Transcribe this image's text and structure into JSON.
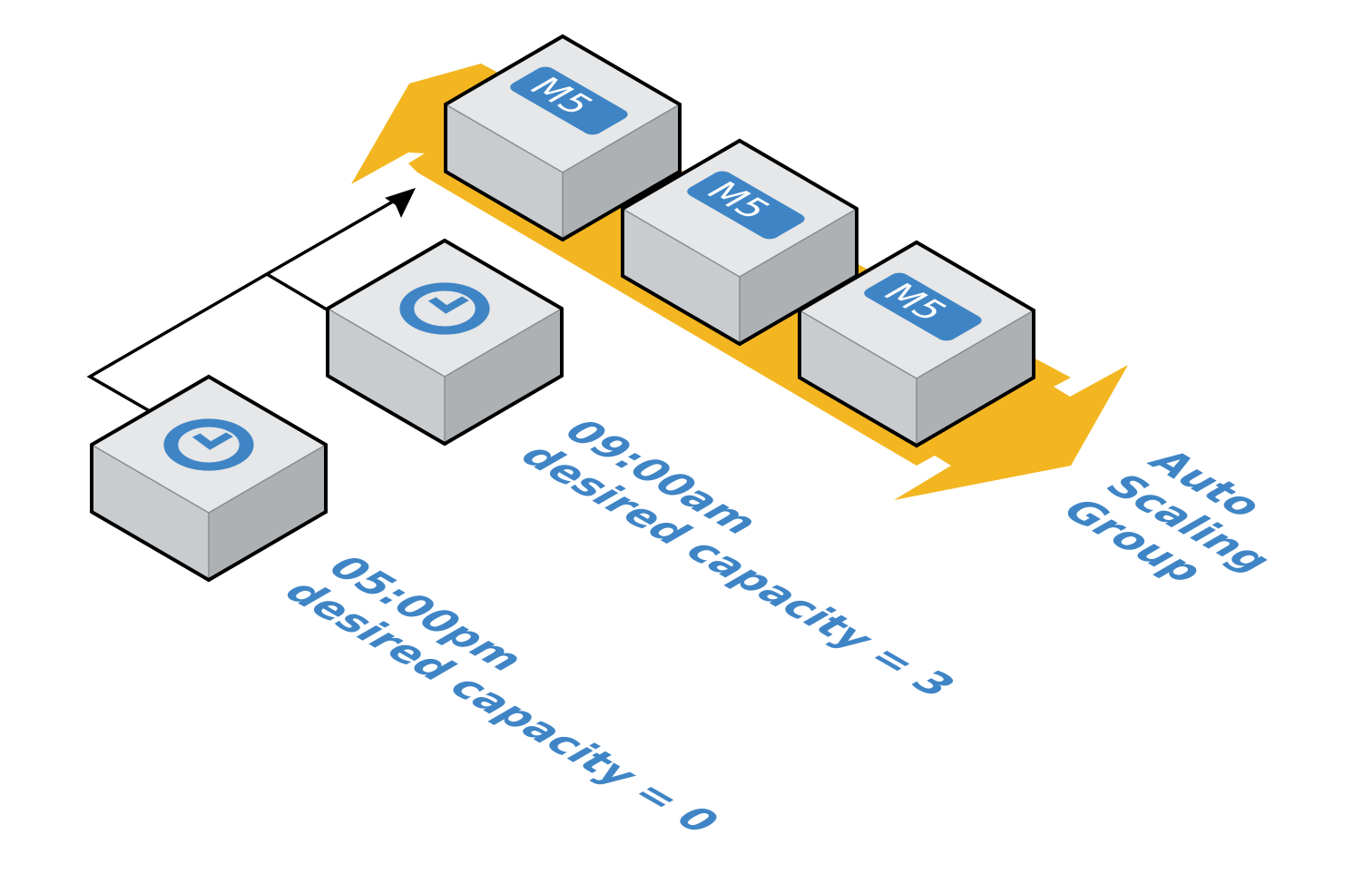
{
  "diagram": {
    "title": "Scheduled scaling of an Auto Scaling Group",
    "colors": {
      "accent_blue": "#3f85c6",
      "arrow_yellow": "#f3b621",
      "box_top": "#e6e7e8",
      "box_left": "#c9cccf",
      "box_right": "#aeb1b4",
      "edge": "#000000",
      "inner_edge": "#8a8c8e"
    },
    "auto_scaling_group": {
      "label_lines": [
        "Auto",
        "Scaling",
        "Group"
      ],
      "instances": [
        {
          "badge": "M5",
          "icon": "ec2-instance-icon"
        },
        {
          "badge": "M5",
          "icon": "ec2-instance-icon"
        },
        {
          "badge": "M5",
          "icon": "ec2-instance-icon"
        }
      ]
    },
    "schedules": [
      {
        "icon": "clock-icon",
        "time": "05:00pm",
        "action": "desired capacity = 0"
      },
      {
        "icon": "clock-icon",
        "time": "09:00am",
        "action": "desired capacity = 3"
      }
    ],
    "connector": {
      "type": "arrow",
      "from": "schedules",
      "to": "auto_scaling_group"
    }
  }
}
